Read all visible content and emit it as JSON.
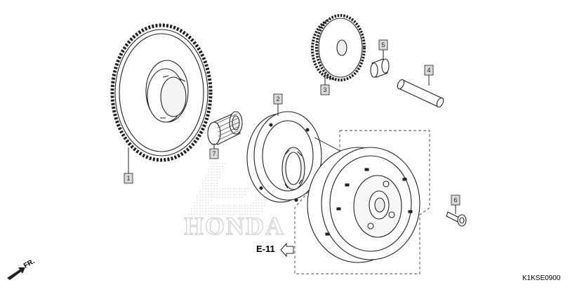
{
  "diagram": {
    "code": "K1KSE0900",
    "reference_label": "E-11",
    "front_label": "FR.",
    "watermark": "HONDA",
    "callouts": [
      {
        "id": "1",
        "label": "1"
      },
      {
        "id": "2",
        "label": "2"
      },
      {
        "id": "3",
        "label": "3"
      },
      {
        "id": "4",
        "label": "4"
      },
      {
        "id": "5",
        "label": "5"
      },
      {
        "id": "6",
        "label": "6"
      },
      {
        "id": "7",
        "label": "7"
      }
    ],
    "colors": {
      "line": "#222222",
      "callout_fill": "#d9d9d9",
      "watermark": "#d0d0d0"
    }
  }
}
